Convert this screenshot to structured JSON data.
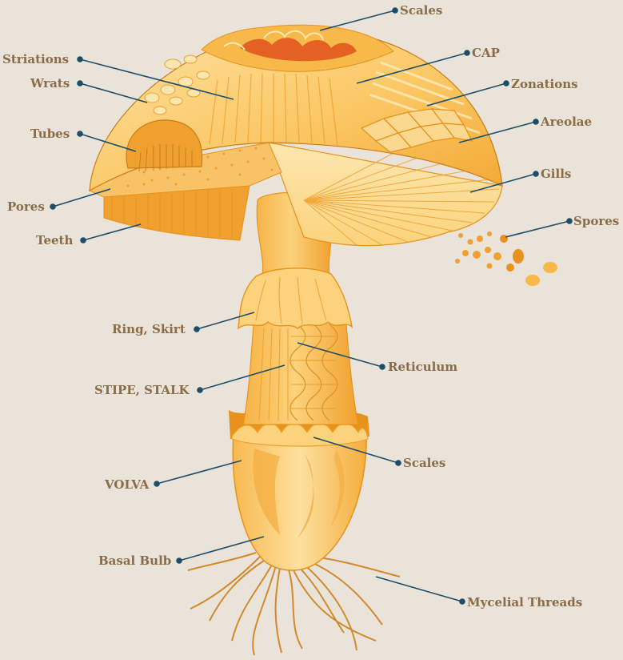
{
  "colors": {
    "background": "#e9e3da",
    "label_text": "#8a6c47",
    "leader_line": "#1f4d68",
    "cap_light": "#fbd88f",
    "cap_mid": "#f6b94a",
    "cap_dark": "#e8921b",
    "accent_red": "#e2501c"
  },
  "labels": {
    "scales_top": "Scales",
    "cap": "CAP",
    "zonations": "Zonations",
    "areolae": "Areolae",
    "gills": "Gills",
    "spores": "Spores",
    "striations": "Striations",
    "wrats": "Wrats",
    "tubes": "Tubes",
    "pores": "Pores",
    "teeth": "Teeth",
    "ring_skirt": "Ring, Skirt",
    "reticulum": "Reticulum",
    "stipe_stalk": "STIPE, STALK",
    "scales_volva": "Scales",
    "volva": "VOLVA",
    "basal_bulb": "Basal Bulb",
    "mycelial_threads": "Mycelial Threads"
  }
}
